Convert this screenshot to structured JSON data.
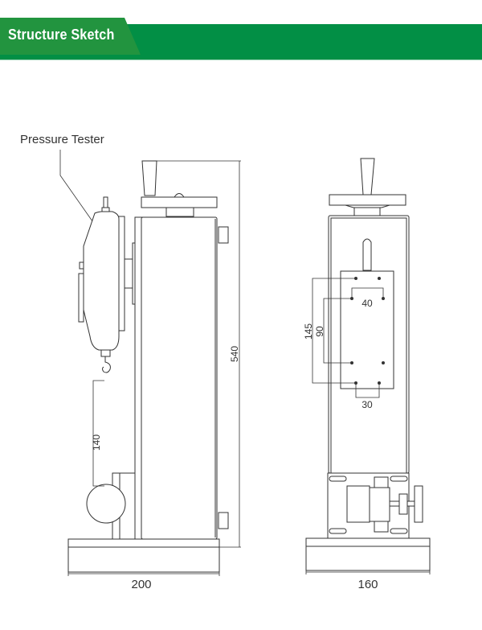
{
  "header": {
    "title": "Structure Sketch",
    "color": "#028f45"
  },
  "drawing": {
    "callout_label": "Pressure Tester",
    "side_view": {
      "height_dim": "540",
      "width_dim": "200",
      "hook_dim": "140"
    },
    "front_view": {
      "width_dim": "160",
      "hole_outer_vertical": "145",
      "hole_inner_vertical": "90",
      "hole_top_spacing": "40",
      "hole_bottom_spacing": "30"
    }
  }
}
